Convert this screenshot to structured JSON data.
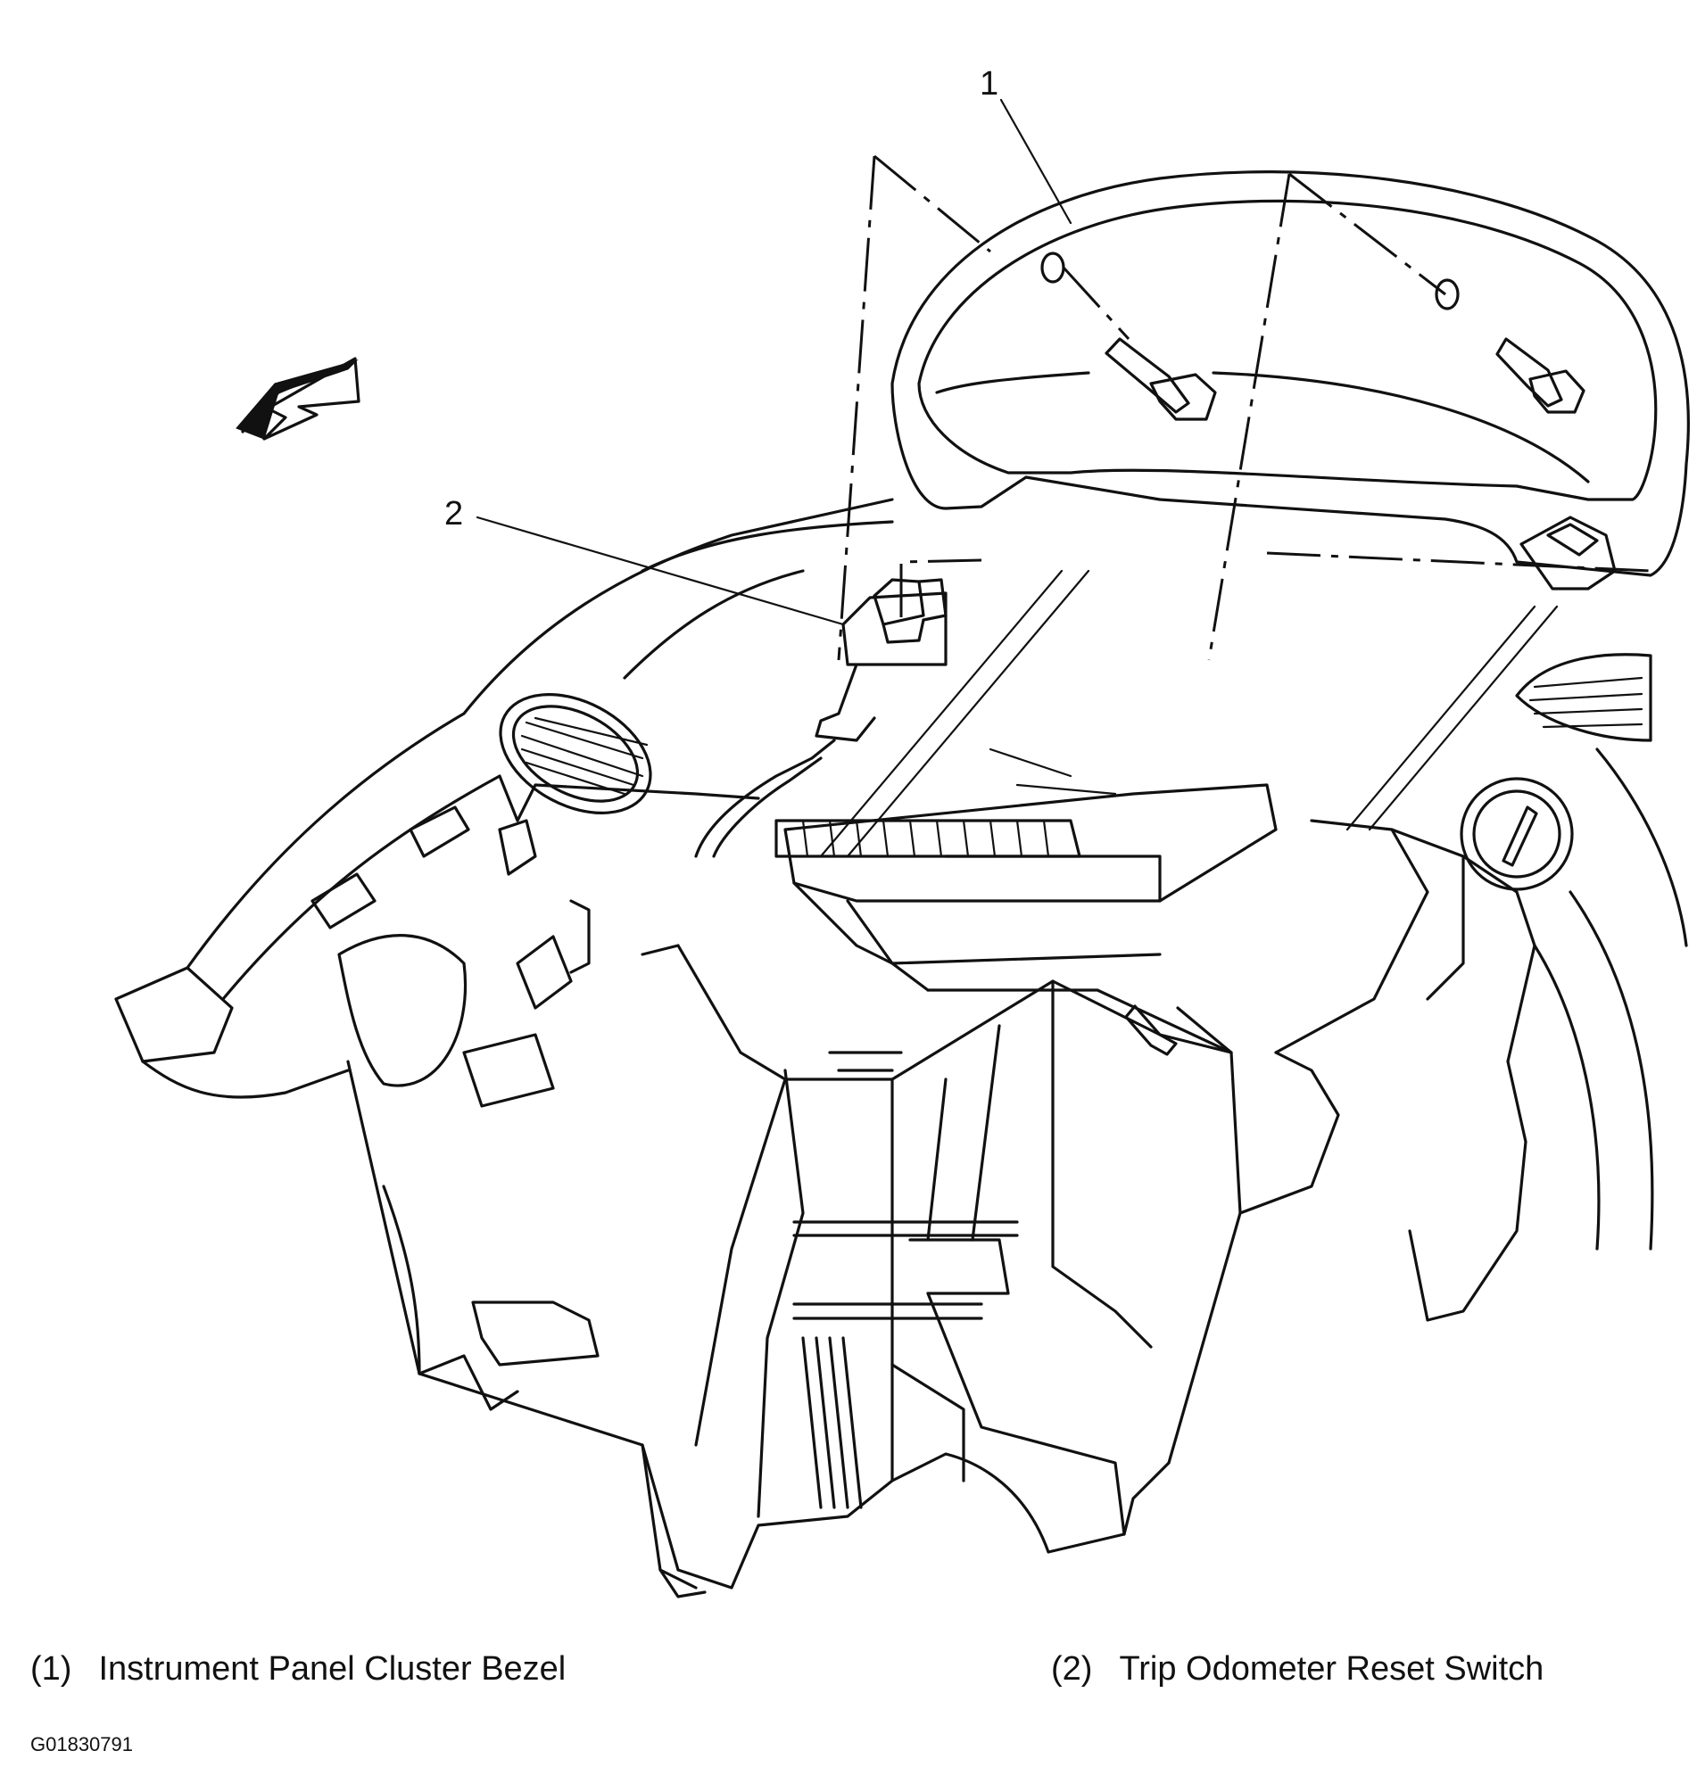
{
  "callouts": [
    {
      "number": "1",
      "label": "Instrument Panel Cluster Bezel"
    },
    {
      "number": "2",
      "label": "Trip Odometer Reset Switch"
    }
  ],
  "legend": [
    {
      "number": "(1)",
      "label": "Instrument Panel Cluster Bezel"
    },
    {
      "number": "(2)",
      "label": "Trip Odometer Reset Switch"
    }
  ],
  "figure_id": "G01830791",
  "colors": {
    "ink": "#111111",
    "background": "#ffffff"
  },
  "icons": [
    "direction-arrow-icon",
    "bolt-icon"
  ]
}
